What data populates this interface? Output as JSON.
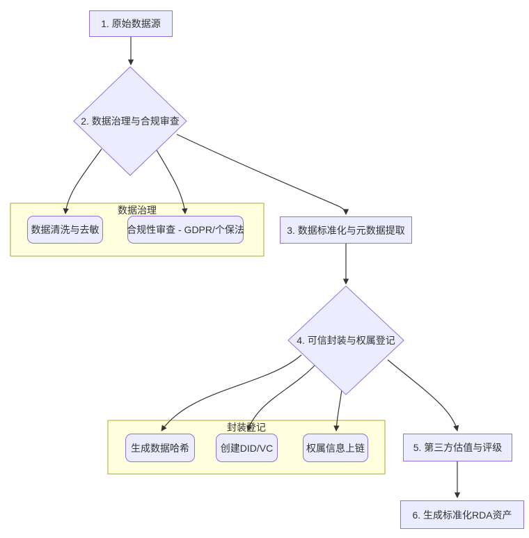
{
  "diagram": {
    "type": "flowchart",
    "direction": "top-down",
    "nodes": {
      "n1": {
        "label": "1. 原始数据源",
        "shape": "rect"
      },
      "n2": {
        "label": "2. 数据治理与合规审查",
        "shape": "diamond"
      },
      "n2a": {
        "label": "数据清洗与去敏",
        "shape": "rounded-rect"
      },
      "n2b": {
        "label": "合规性审查 - GDPR/个保法",
        "shape": "rounded-rect"
      },
      "n3": {
        "label": "3. 数据标准化与元数据提取",
        "shape": "rect"
      },
      "n4": {
        "label": "4. 可信封装与权属登记",
        "shape": "diamond"
      },
      "n4a": {
        "label": "生成数据哈希",
        "shape": "rounded-rect"
      },
      "n4b": {
        "label": "创建DID/VC",
        "shape": "rounded-rect"
      },
      "n4c": {
        "label": "权属信息上链",
        "shape": "rounded-rect"
      },
      "n5": {
        "label": "5. 第三方估值与评级",
        "shape": "rect"
      },
      "n6": {
        "label": "6. 生成标准化RDA资产",
        "shape": "rect"
      }
    },
    "subgraphs": {
      "governance": {
        "label": "数据治理",
        "children": [
          "数据清洗与去敏",
          "合规性审查 - GDPR/个保法"
        ]
      },
      "packaging": {
        "label": "封装登记",
        "children": [
          "生成数据哈希",
          "创建DID/VC",
          "权属信息上链"
        ]
      }
    },
    "edges": [
      {
        "from": "1. 原始数据源",
        "to": "2. 数据治理与合规审查"
      },
      {
        "from": "2. 数据治理与合规审查",
        "to": "数据清洗与去敏"
      },
      {
        "from": "2. 数据治理与合规审查",
        "to": "合规性审查 - GDPR/个保法"
      },
      {
        "from": "2. 数据治理与合规审查",
        "to": "3. 数据标准化与元数据提取"
      },
      {
        "from": "3. 数据标准化与元数据提取",
        "to": "4. 可信封装与权属登记"
      },
      {
        "from": "4. 可信封装与权属登记",
        "to": "生成数据哈希"
      },
      {
        "from": "4. 可信封装与权属登记",
        "to": "创建DID/VC"
      },
      {
        "from": "4. 可信封装与权属登记",
        "to": "权属信息上链"
      },
      {
        "from": "4. 可信封装与权属登记",
        "to": "5. 第三方估值与评级"
      },
      {
        "from": "5. 第三方估值与评级",
        "to": "6. 生成标准化RDA资产"
      }
    ],
    "colors": {
      "node_fill": "#ECECFF",
      "node_border": "#9370DB",
      "subgraph_fill": "#FFFFDE",
      "subgraph_border": "#AAAA33",
      "edge": "#333333",
      "text": "#333333",
      "background": "#FFFFFF"
    }
  }
}
